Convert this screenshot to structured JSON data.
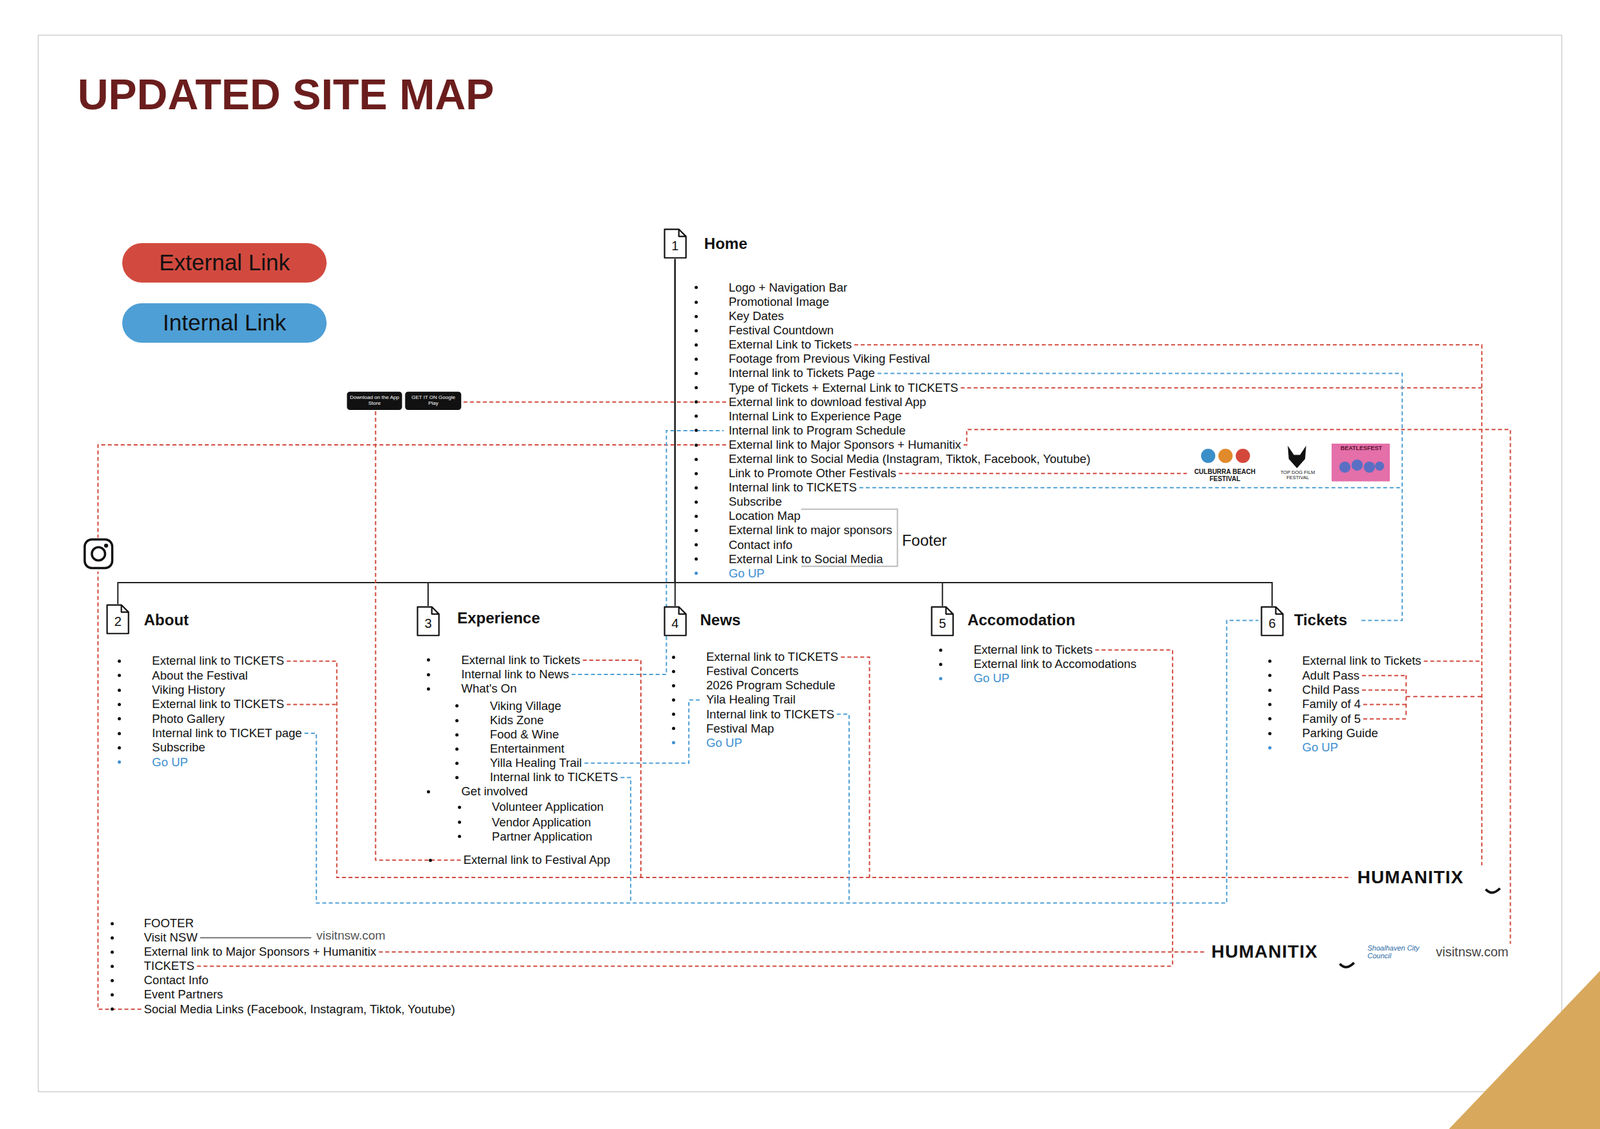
{
  "diagram": {
    "title": "UPDATED SITE MAP",
    "nodes": [
      {
        "text": [
          "1",
          "Home",
          "Logo + Navigation Bar",
          "Promotional Image",
          "Key Dates",
          "Festival Countdown",
          "External Link to Tickets",
          "Footage from Previous Viking Festival",
          "Internal link to Tickets Page",
          "Type of Tickets + External Link to TICKETS",
          "External link to download festival App",
          "Internal Link to Experience Page",
          "Internal link to Program Schedule",
          "External link to Major Sponsors + Humanitix",
          "External link to Social Media (Instagram, Tiktok, Facebook, Youtube)",
          "Link to Promote Other Festivals",
          "Internal link to TICKETS",
          "Subscribe",
          "Location Map",
          "External link to major sponsors",
          "Contact info",
          "External Link to Social Media",
          "Go UP"
        ]
      },
      {
        "text": [
          "2",
          "About",
          "External link to TICKETS",
          "About the Festival",
          "Viking History",
          "External link to TICKETS",
          "Photo Gallery",
          "Internal link to TICKET page",
          "Subscribe",
          "Go UP"
        ]
      },
      {
        "text": [
          "3",
          "Experience",
          "External link to Tickets",
          "Internal link to News",
          "What's On",
          "Viking Village",
          "Kids Zone",
          "Food & Wine",
          "Entertainment",
          "Yilla Healing Trail",
          "Internal link to TICKETS",
          "Get involved",
          "Volunteer Application",
          "Vendor Application",
          "Partner Application",
          "External link to Festival App"
        ]
      },
      {
        "text": [
          "4",
          "News",
          "External link to TICKETS",
          "Festival Concerts",
          "2026 Program Schedule",
          "Yila Healing Trail",
          "Internal link to TICKETS",
          "Festival Map",
          "Go UP"
        ]
      },
      {
        "text": [
          "5",
          "Accomodation",
          "External link to Tickets",
          "External link to Accomodations",
          "Go UP"
        ]
      },
      {
        "text": [
          "6",
          "Tickets",
          "External link to Tickets",
          "Adult Pass",
          "Child Pass",
          "Family of 4",
          "Family of 5",
          "Parking Guide",
          "Go UP"
        ]
      }
    ],
    "edges": [
      {
        "from": 0,
        "to": 1,
        "arrow": "none"
      },
      {
        "from": 0,
        "to": 2,
        "arrow": "none"
      },
      {
        "from": 0,
        "to": 3,
        "arrow": "none"
      },
      {
        "from": 0,
        "to": 4,
        "arrow": "none"
      },
      {
        "from": 0,
        "to": 5,
        "arrow": "none"
      }
    ],
    "labels": [
      "FOOTER",
      "Visit NSW",
      "External link to Major Sponsors + Humanitix",
      "TICKETS",
      "Contact Info",
      "Event Partners",
      "Social Media Links (Facebook, Instagram, Tiktok, Youtube)",
      "Footer",
      "visitnsw.com",
      "HUMANITIX",
      "HUMANITIX",
      "Shoalhaven City Council",
      "visitnsw.com",
      "CULBURRA BEACH FESTIVAL",
      "TOP DOG FILM FESTIVAL",
      "BEATLESFEST",
      "Download on the App Store",
      "GET IT ON Google Play"
    ],
    "legend": [
      {
        "text": "External Link",
        "color": "#d24a3f"
      },
      {
        "text": "Internal Link",
        "color": "#4e9fd5"
      }
    ]
  }
}
